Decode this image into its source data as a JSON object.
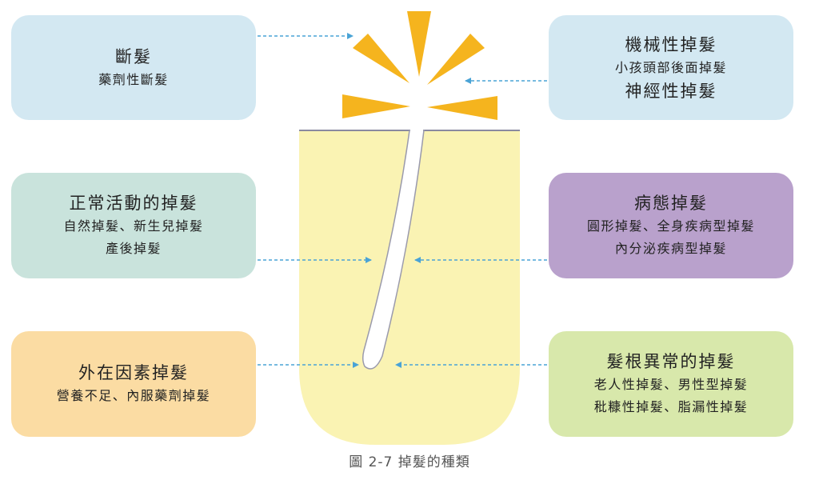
{
  "colors": {
    "blue_box": "#d3e8f2",
    "teal_box": "#c9e3dc",
    "orange_box": "#fbdca3",
    "purple_box": "#b9a1cc",
    "green_box": "#d8e8ab",
    "scalp": "#faf3b3",
    "rays": "#f5b41e",
    "arrow": "#4aa3d6"
  },
  "boxes": {
    "hair_breakage": {
      "title": "斷髮",
      "lines": [
        "藥劑性斷髮"
      ]
    },
    "mechanical": {
      "title": "機械性掉髮",
      "lines": [
        "小孩頭部後面掉髮"
      ],
      "title2": "神經性掉髮"
    },
    "normal_activity": {
      "title": "正常活動的掉髮",
      "lines": [
        "自然掉髮、新生兒掉髮",
        "產後掉髮"
      ]
    },
    "pathological": {
      "title": "病態掉髮",
      "lines": [
        "圓形掉髮、全身疾病型掉髮",
        "內分泌疾病型掉髮"
      ]
    },
    "external_factors": {
      "title": "外在因素掉髮",
      "lines": [
        "營養不足、內服藥劑掉髮"
      ]
    },
    "root_abnormal": {
      "title": "髮根異常的掉髮",
      "lines": [
        "老人性掉髮、男性型掉髮",
        "秕糠性掉髮、脂漏性掉髮"
      ]
    }
  },
  "caption": "圖 2-7 掉髮的種類"
}
